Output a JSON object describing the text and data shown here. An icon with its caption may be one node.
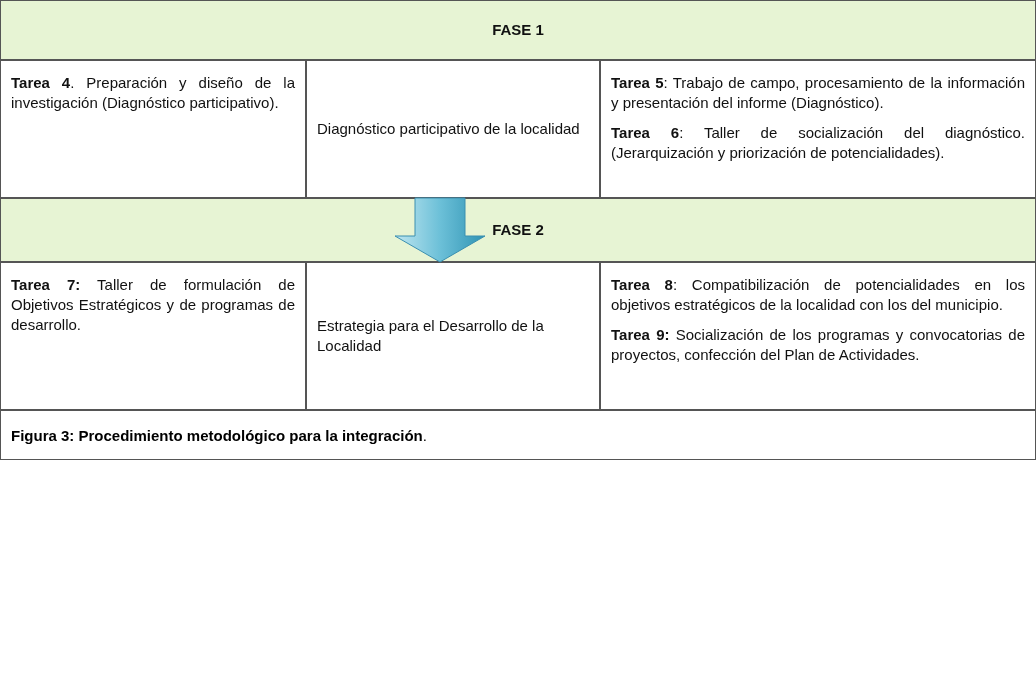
{
  "diagram": {
    "caption": "**Figura 3: Procedimiento metodológico para la integración**.",
    "nodes": [
      {
        "text": [
          "FASE 1"
        ]
      },
      {
        "text": [
          "**Tarea 4**. Preparación y diseño de la investigación (Diagnóstico participativo)."
        ]
      },
      {
        "text": [
          "Diagnóstico participativo de la localidad"
        ]
      },
      {
        "text": [
          "**Tarea 5**: Trabajo de campo, procesamiento de la información y presentación del informe (Diagnóstico).",
          "**Tarea 6**: Taller de socialización del diagnóstico. (Jerarquización y priorización de potencialidades)."
        ]
      },
      {
        "text": [
          "FASE 2"
        ]
      },
      {
        "text": [
          "**Tarea 7:** Taller de formulación de Objetivos Estratégicos y de programas de desarrollo."
        ]
      },
      {
        "text": [
          "Estrategia para el Desarrollo de la Localidad"
        ]
      },
      {
        "text": [
          "**Tarea 8**: Compatibilización de potencialidades en los objetivos estratégicos de la localidad con los del municipio.",
          "**Tarea 9:** Socialización de los programas y convocatorias de proyectos, confección del Plan de Actividades."
        ]
      }
    ],
    "edges": [
      {
        "from": 2,
        "to": 6,
        "arrow": "to"
      }
    ]
  }
}
